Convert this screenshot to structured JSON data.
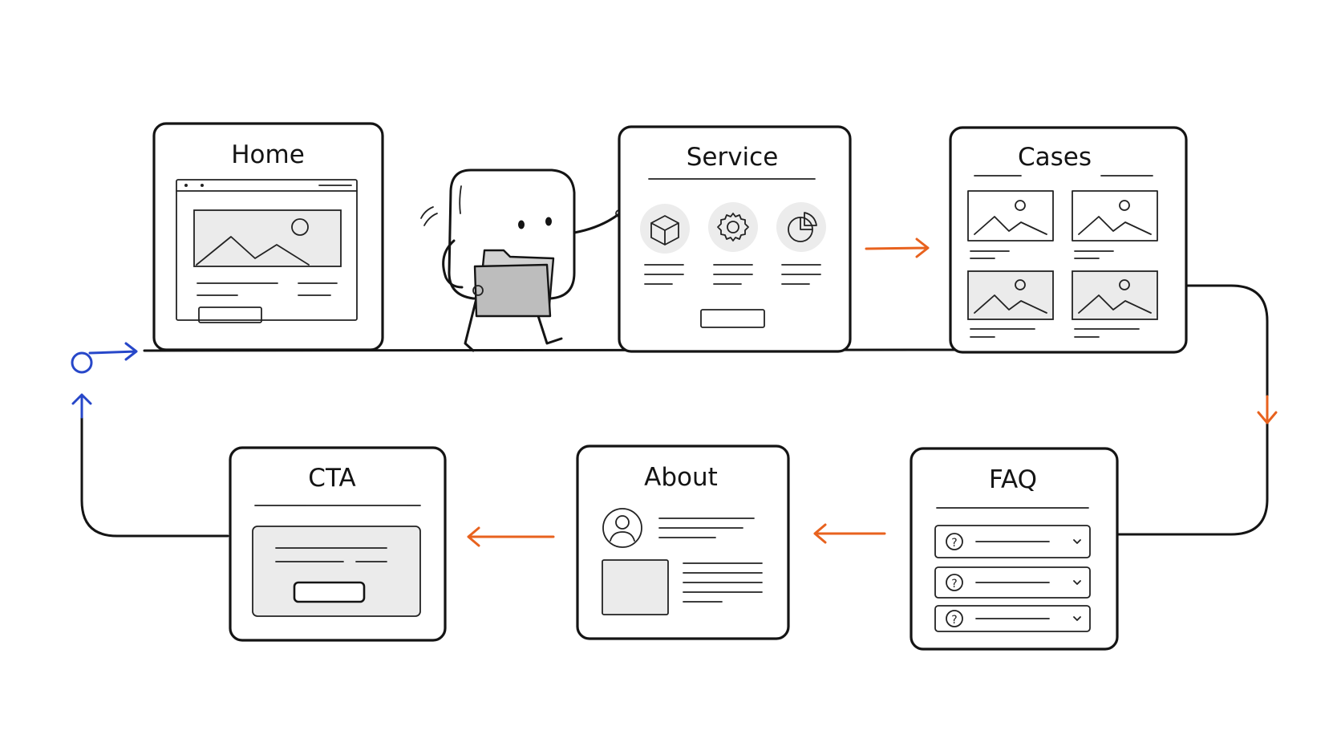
{
  "colors": {
    "ink": "#141414",
    "accent": "#e8621e",
    "start": "#2747c9"
  },
  "pages": {
    "home": "Home",
    "service": "Service",
    "cases": "Cases",
    "faq": "FAQ",
    "about": "About",
    "cta": "CTA"
  },
  "icons": {
    "service": [
      "cube-icon",
      "gear-icon",
      "pie-chart-icon"
    ],
    "faq": [
      "question-icon",
      "chevron-down-icon"
    ],
    "about": "avatar-icon",
    "cases": "image-icon",
    "mascot": "mascot-holding-folder"
  }
}
